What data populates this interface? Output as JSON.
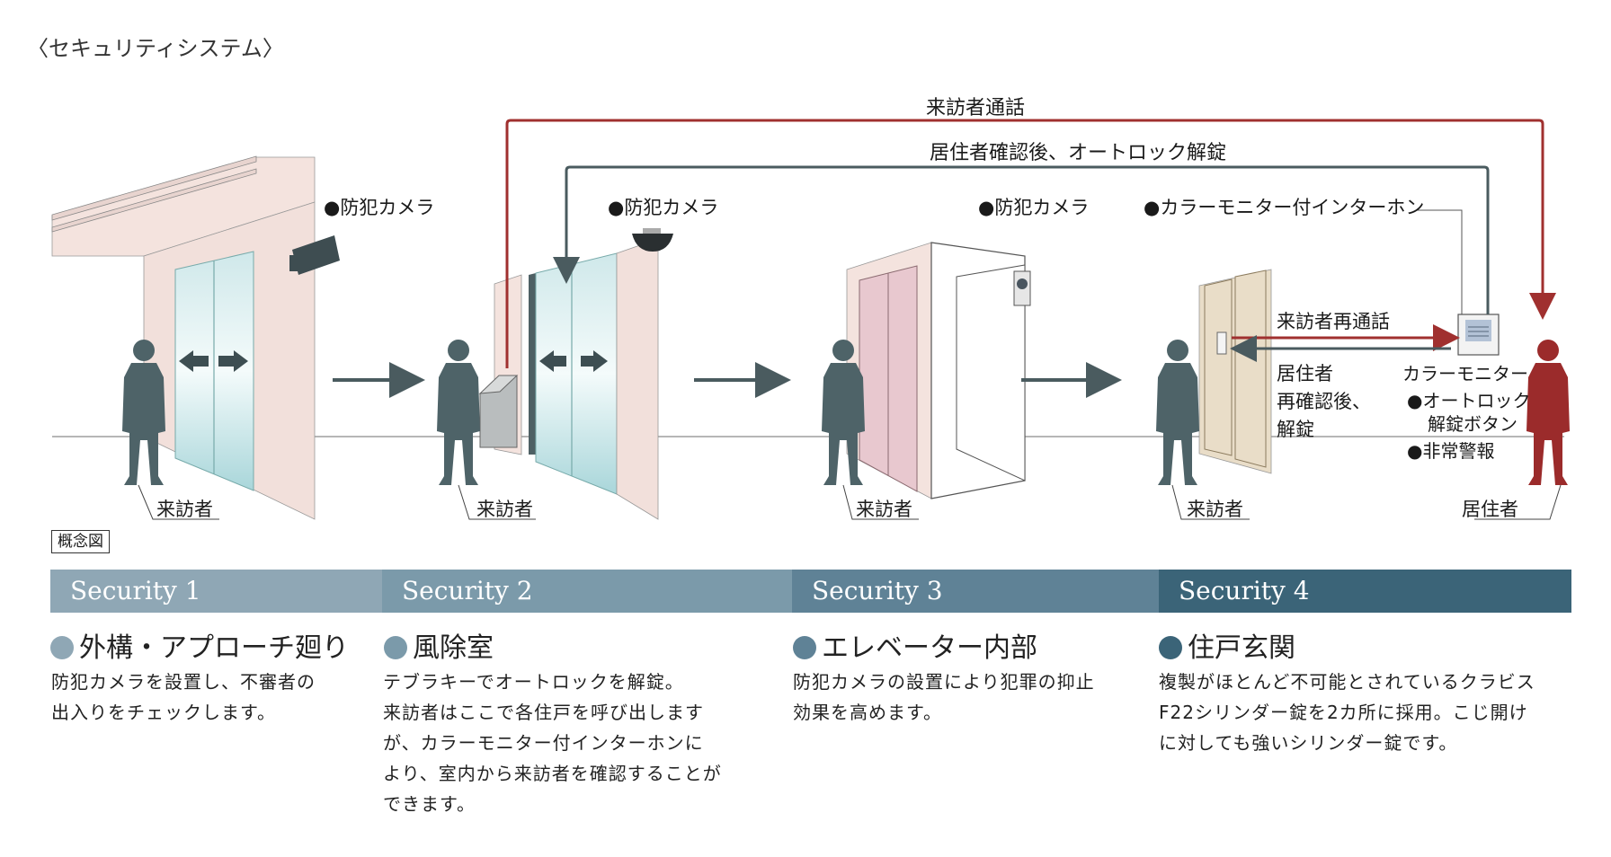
{
  "title": "〈セキュリティシステム〉",
  "concept_label": "概念図",
  "diagram": {
    "top_line_label": "来訪者通話",
    "second_line_label": "居住者確認後、オートロック解錠",
    "camera_label": "●防犯カメラ",
    "intercom_label": "●カラーモニター付インターホン",
    "recall_label": "来訪者再通話",
    "reconfirm_lines": [
      "居住者",
      "再確認後、",
      "解錠"
    ],
    "monitor_label": "カラーモニター",
    "autolock_lines": [
      "●オートロック",
      "解錠ボタン"
    ],
    "alarm_label": "●非常警報",
    "visitor_label": "来訪者",
    "resident_label": "居住者"
  },
  "colors": {
    "band1": "#8fa7b5",
    "band2": "#7b9aaa",
    "band3": "#5f8296",
    "band4": "#3b6478",
    "resident_line": "#a0302f",
    "unlock_line": "#4a5b5f",
    "figure": "#4e6368",
    "resident_figure": "#9b2b2b"
  },
  "sections": [
    {
      "band_label": "Security 1",
      "heading": "外構・アプローチ廻り",
      "body": [
        "防犯カメラを設置し、不審者の",
        "出入りをチェックします。"
      ]
    },
    {
      "band_label": "Security 2",
      "heading": "風除室",
      "body": [
        "テブラキーでオートロックを解錠。",
        "来訪者はここで各住戸を呼び出します",
        "が、カラーモニター付インターホンに",
        "より、室内から来訪者を確認することが",
        "できます。"
      ]
    },
    {
      "band_label": "Security 3",
      "heading": "エレベーター内部",
      "body": [
        "防犯カメラの設置により犯罪の抑止",
        "効果を高めます。"
      ]
    },
    {
      "band_label": "Security 4",
      "heading": "住戸玄関",
      "body": [
        "複製がほとんど不可能とされているクラビス",
        "F22シリンダー錠を2カ所に採用。こじ開け",
        "に対しても強いシリンダー錠です。"
      ]
    }
  ]
}
